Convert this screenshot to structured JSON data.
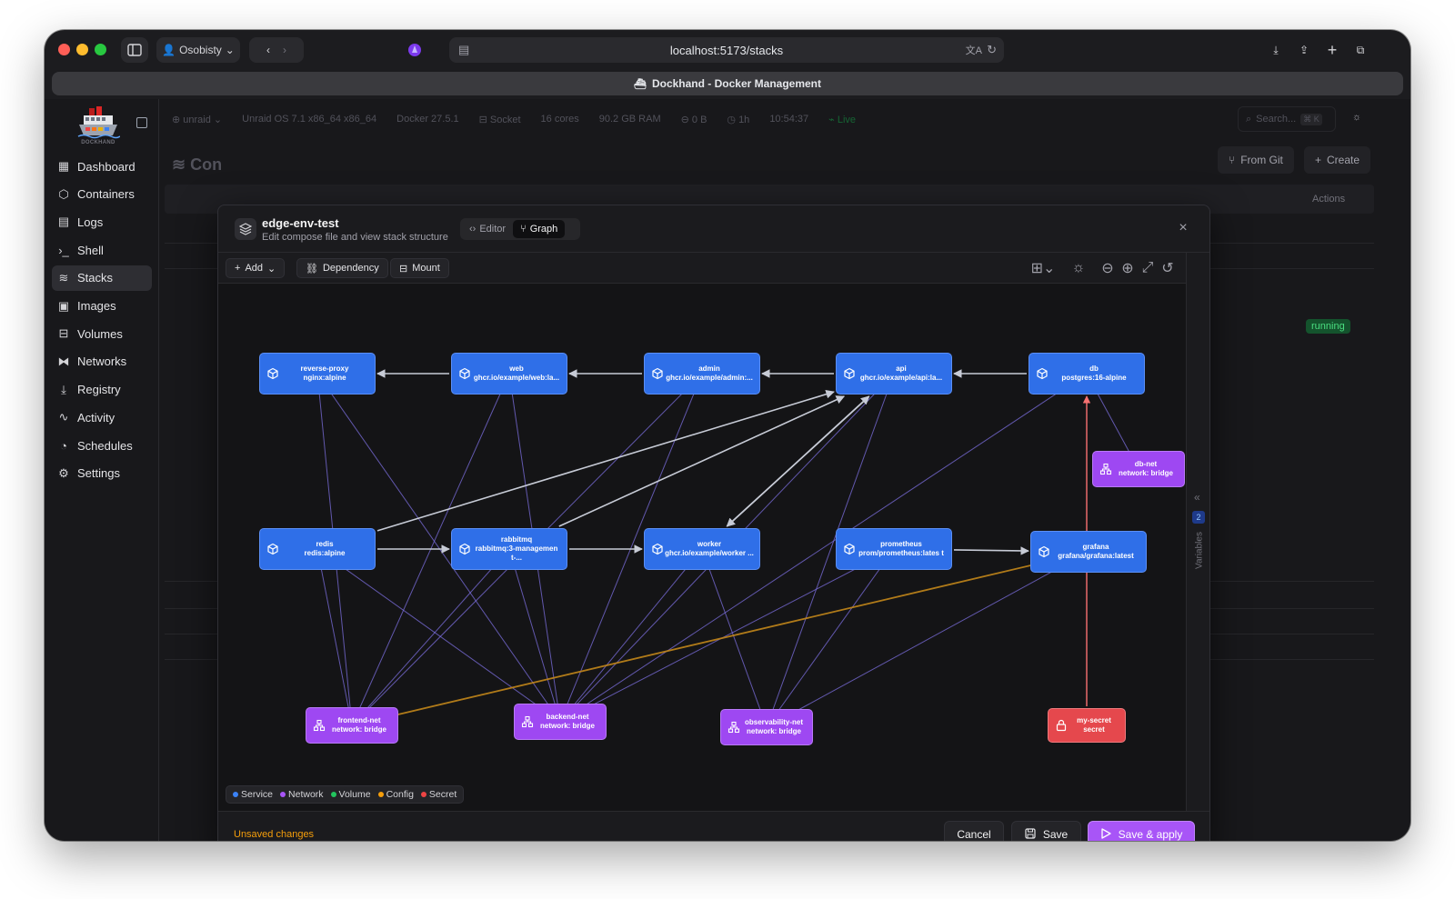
{
  "browser": {
    "profile": "Osobisty",
    "url": "localhost:5173/stacks",
    "tab_title": "Dockhand - Docker Management"
  },
  "sidebar": {
    "logo_text": "DOCKHAND",
    "items": [
      {
        "label": "Dashboard",
        "icon": "dashboard-icon"
      },
      {
        "label": "Containers",
        "icon": "box-icon"
      },
      {
        "label": "Logs",
        "icon": "logs-icon"
      },
      {
        "label": "Shell",
        "icon": "terminal-icon"
      },
      {
        "label": "Stacks",
        "icon": "layers-icon",
        "active": true
      },
      {
        "label": "Images",
        "icon": "images-icon"
      },
      {
        "label": "Volumes",
        "icon": "hard-drive-icon"
      },
      {
        "label": "Networks",
        "icon": "network-icon"
      },
      {
        "label": "Registry",
        "icon": "download-icon"
      },
      {
        "label": "Activity",
        "icon": "activity-icon"
      },
      {
        "label": "Schedules",
        "icon": "timer-icon"
      },
      {
        "label": "Settings",
        "icon": "gear-icon"
      }
    ]
  },
  "statusbar": {
    "host": "unraid",
    "os": "Unraid OS 7.1 x86_64 x86_64",
    "docker": "Docker 27.5.1",
    "socket": "Socket",
    "cores": "16 cores",
    "ram": "90.2 GB RAM",
    "disk": "0 B",
    "uptime": "1h",
    "time": "10:54:37",
    "live": "Live",
    "search_placeholder": "Search...",
    "search_shortcut": "⌘ K"
  },
  "background": {
    "title": "Con",
    "from_git": "From Git",
    "create": "Create",
    "actions": "Actions",
    "status_badge": "running"
  },
  "modal": {
    "title": "edge-env-test",
    "subtitle": "Edit compose file and view stack structure",
    "tab_editor": "Editor",
    "tab_graph": "Graph",
    "toolbar": {
      "add": "Add",
      "dependency": "Dependency",
      "mount": "Mount"
    },
    "variables_label": "Variables",
    "variables_count": "2",
    "legend": [
      {
        "label": "Service",
        "color": "#3b82f6"
      },
      {
        "label": "Network",
        "color": "#a855f7"
      },
      {
        "label": "Volume",
        "color": "#22c55e"
      },
      {
        "label": "Config",
        "color": "#f59e0b"
      },
      {
        "label": "Secret",
        "color": "#ef4444"
      }
    ],
    "footer": {
      "unsaved": "Unsaved changes",
      "cancel": "Cancel",
      "save": "Save",
      "save_apply": "Save & apply"
    }
  },
  "graph": {
    "nodes": [
      {
        "id": "reverse-proxy",
        "type": "service",
        "name": "reverse-proxy",
        "sub": "nginx:alpine"
      },
      {
        "id": "web",
        "type": "service",
        "name": "web",
        "sub": "ghcr.io/example/web:la..."
      },
      {
        "id": "admin",
        "type": "service",
        "name": "admin",
        "sub": "ghcr.io/example/admin:..."
      },
      {
        "id": "api",
        "type": "service",
        "name": "api",
        "sub": "ghcr.io/example/api:la..."
      },
      {
        "id": "db",
        "type": "service",
        "name": "db",
        "sub": "postgres:16-alpine"
      },
      {
        "id": "db-net",
        "type": "network",
        "name": "db-net",
        "sub": "network: bridge"
      },
      {
        "id": "redis",
        "type": "service",
        "name": "redis",
        "sub": "redis:alpine"
      },
      {
        "id": "rabbitmq",
        "type": "service",
        "name": "rabbitmq",
        "sub": "rabbitmq:3-managemen t-..."
      },
      {
        "id": "worker",
        "type": "service",
        "name": "worker",
        "sub": "ghcr.io/example/worker ..."
      },
      {
        "id": "prometheus",
        "type": "service",
        "name": "prometheus",
        "sub": "prom/prometheus:lates t"
      },
      {
        "id": "grafana",
        "type": "service",
        "name": "grafana",
        "sub": "grafana/grafana:latest"
      },
      {
        "id": "frontend-net",
        "type": "network",
        "name": "frontend-net",
        "sub": "network: bridge"
      },
      {
        "id": "backend-net",
        "type": "network",
        "name": "backend-net",
        "sub": "network: bridge"
      },
      {
        "id": "observability-net",
        "type": "network",
        "name": "observability-net",
        "sub": "network: bridge"
      },
      {
        "id": "my-secret",
        "type": "secret",
        "name": "my-secret",
        "sub": "secret"
      }
    ],
    "dependencies": [
      [
        "web",
        "reverse-proxy"
      ],
      [
        "admin",
        "web"
      ],
      [
        "api",
        "admin"
      ],
      [
        "db",
        "api"
      ],
      [
        "redis",
        "rabbitmq"
      ],
      [
        "rabbitmq",
        "worker"
      ],
      [
        "prometheus",
        "grafana"
      ],
      [
        "redis",
        "api"
      ],
      [
        "rabbitmq",
        "api"
      ],
      [
        "api",
        "worker"
      ],
      [
        "worker",
        "api"
      ]
    ],
    "network_links": [
      [
        "reverse-proxy",
        "frontend-net"
      ],
      [
        "reverse-proxy",
        "backend-net"
      ],
      [
        "web",
        "frontend-net"
      ],
      [
        "web",
        "backend-net"
      ],
      [
        "admin",
        "frontend-net"
      ],
      [
        "admin",
        "backend-net"
      ],
      [
        "api",
        "backend-net"
      ],
      [
        "api",
        "observability-net"
      ],
      [
        "db",
        "db-net"
      ],
      [
        "db",
        "backend-net"
      ],
      [
        "redis",
        "frontend-net"
      ],
      [
        "redis",
        "backend-net"
      ],
      [
        "rabbitmq",
        "frontend-net"
      ],
      [
        "rabbitmq",
        "backend-net"
      ],
      [
        "worker",
        "backend-net"
      ],
      [
        "worker",
        "observability-net"
      ],
      [
        "prometheus",
        "backend-net"
      ],
      [
        "prometheus",
        "observability-net"
      ],
      [
        "grafana",
        "observability-net"
      ]
    ],
    "config_links": [
      [
        "grafana",
        "frontend-net"
      ]
    ],
    "secret_links": [
      [
        "my-secret",
        "db"
      ]
    ]
  }
}
